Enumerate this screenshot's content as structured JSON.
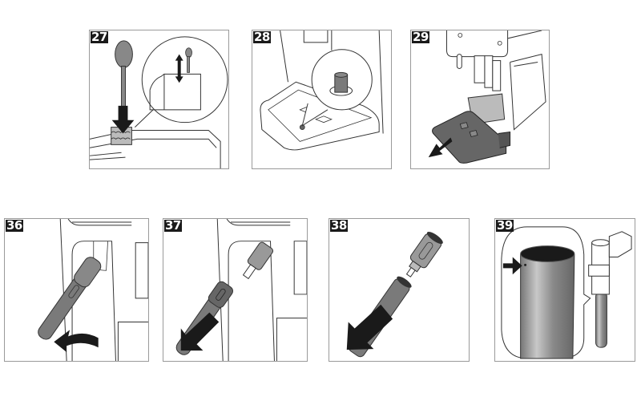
{
  "document": {
    "type": "instruction-manual-illustrations",
    "rows": [
      {
        "steps": [
          {
            "number": "27",
            "illustration": "spoon pressing mesh lid into machine; inset shows spoon moving up/down in latch"
          },
          {
            "number": "28",
            "illustration": "drip tray with float indicator pin; inset magnifies pin"
          },
          {
            "number": "29",
            "illustration": "drip tray and coffee grounds container pulled out of machine"
          }
        ]
      },
      {
        "steps": [
          {
            "number": "36",
            "illustration": "milk tube being rotated out of the machine"
          },
          {
            "number": "37",
            "illustration": "milk tube pulled out with connector detached"
          },
          {
            "number": "38",
            "illustration": "milk tube separated from the connector"
          },
          {
            "number": "39",
            "illustration": "milk tube with inset showing small hole indicated by arrow"
          }
        ]
      }
    ]
  },
  "colors": {
    "frame": "#9a9a9a",
    "label_bg": "#1a1a1a",
    "label_text": "#ffffff",
    "line": "#333333",
    "part_gray": "#7a7a7a",
    "arrow": "#1a1a1a"
  }
}
